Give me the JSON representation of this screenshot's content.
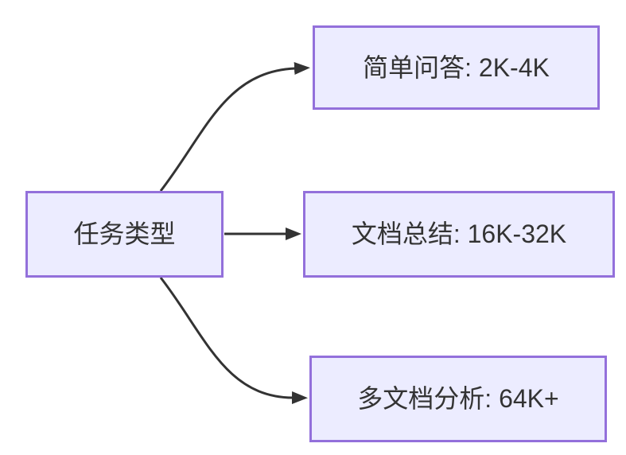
{
  "diagram": {
    "type": "flowchart",
    "direction": "left-to-right",
    "colors": {
      "background": "#ffffff",
      "node_fill": "#ECECFF",
      "node_border": "#9370DB",
      "edge_stroke": "#333333",
      "text": "#333333"
    },
    "nodes": [
      {
        "id": "root",
        "label": "任务类型"
      },
      {
        "id": "qa",
        "label": "简单问答: 2K-4K"
      },
      {
        "id": "summary",
        "label": "文档总结: 16K-32K"
      },
      {
        "id": "multidoc",
        "label": "多文档分析: 64K+"
      }
    ],
    "edges": [
      {
        "from": "任务类型",
        "to": "简单问答: 2K-4K"
      },
      {
        "from": "任务类型",
        "to": "文档总结: 16K-32K"
      },
      {
        "from": "任务类型",
        "to": "多文档分析: 64K+"
      }
    ]
  }
}
